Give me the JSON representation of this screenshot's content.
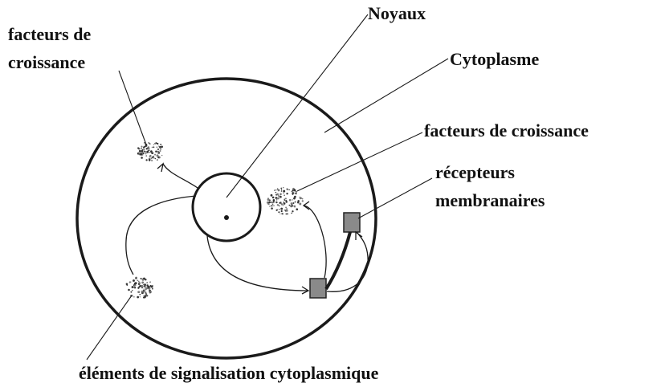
{
  "labels": {
    "noyaux": "Noyaux",
    "cytoplasme": "Cytoplasme",
    "facteurs_topleft_line1": "facteurs de",
    "facteurs_topleft_line2": "croissance",
    "facteurs_right": "facteurs de croissance",
    "recepteurs_line1": "récepteurs",
    "recepteurs_line2": "membranaires",
    "elements": "éléments de signalisation cytoplasmique"
  },
  "colors": {
    "ink": "#111111",
    "cell_outline": "#1a1a1a",
    "receptor_fill": "#8a8a8a",
    "factor_dots": "#333333"
  }
}
